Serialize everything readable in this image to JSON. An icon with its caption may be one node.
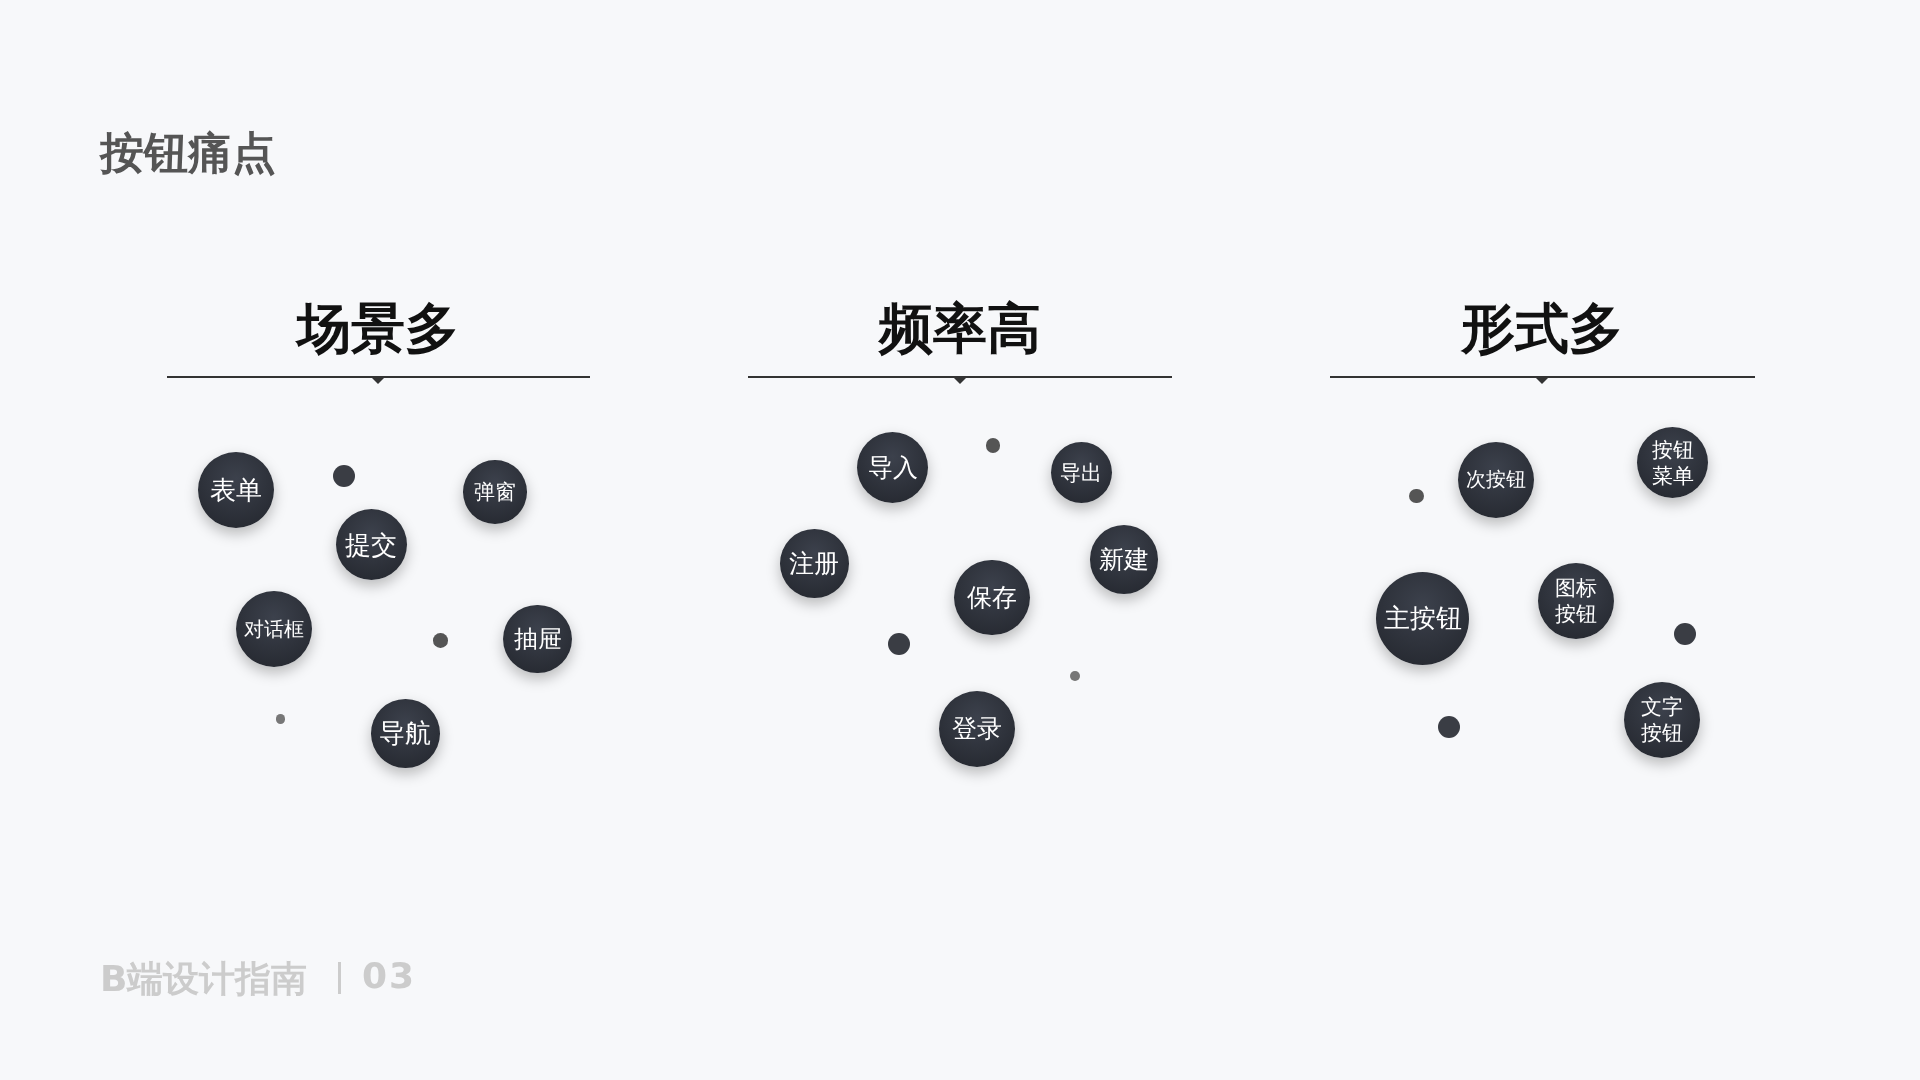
{
  "diagram": {
    "title": "按钮痛点",
    "nodes": [
      {
        "text": [
          "表单"
        ]
      },
      {
        "text": [],
        "shape": "circle"
      },
      {
        "text": [
          "弹窗"
        ]
      },
      {
        "text": [
          "提交"
        ]
      },
      {
        "text": [
          "对话框"
        ]
      },
      {
        "text": [],
        "shape": "circle"
      },
      {
        "text": [
          "抽屉"
        ]
      },
      {
        "text": [],
        "shape": "circle"
      },
      {
        "text": [
          "导航"
        ]
      },
      {
        "text": [],
        "shape": "circle"
      },
      {
        "text": [
          "导入"
        ]
      },
      {
        "text": [
          "导出"
        ]
      },
      {
        "text": [
          "注册"
        ]
      },
      {
        "text": [
          "新建"
        ]
      },
      {
        "text": [
          "保存"
        ]
      },
      {
        "text": [],
        "shape": "circle"
      },
      {
        "text": [],
        "shape": "circle"
      },
      {
        "text": [
          "登录"
        ]
      },
      {
        "text": [],
        "shape": "circle"
      },
      {
        "text": [
          "次按钮"
        ]
      },
      {
        "text": [
          "按钮菜单"
        ]
      },
      {
        "text": [
          "主按钮"
        ]
      },
      {
        "text": [
          "图标按钮"
        ]
      },
      {
        "text": [],
        "shape": "circle"
      },
      {
        "text": [],
        "shape": "circle"
      },
      {
        "text": [
          "文字按钮"
        ]
      }
    ],
    "labels": [
      "场景多",
      "频率高",
      "形式多",
      "B端设计指南",
      "03"
    ]
  }
}
